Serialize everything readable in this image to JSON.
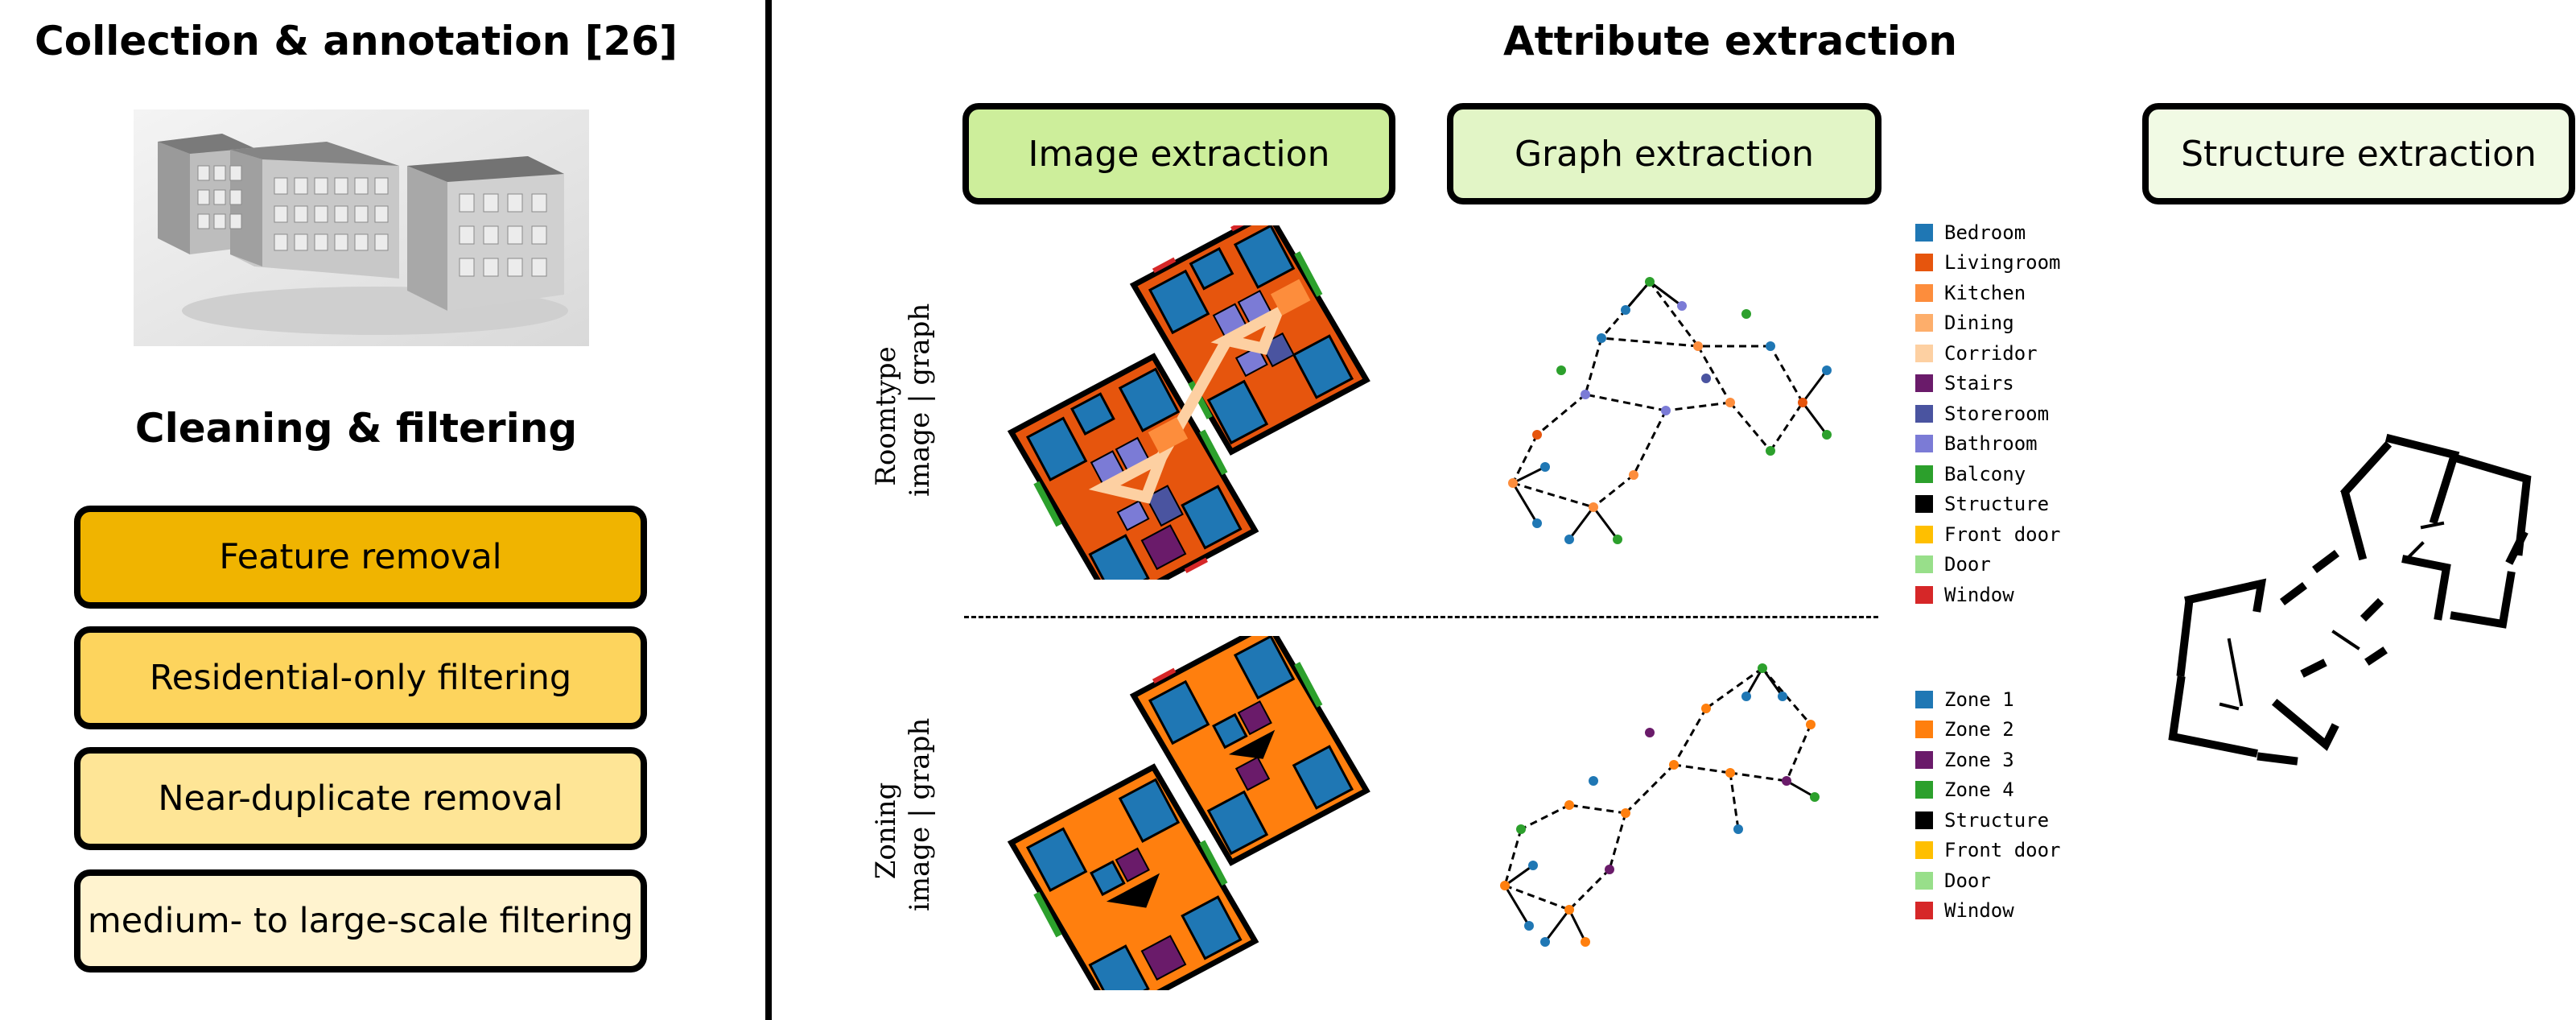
{
  "left_panel": {
    "collection_title": "Collection & annotation [26]",
    "cleaning_title": "Cleaning & filtering",
    "steps": [
      {
        "label": "Feature removal",
        "color": "#f0b400"
      },
      {
        "label": "Residential-only filtering",
        "color": "#fdd45d"
      },
      {
        "label": "Near-duplicate removal",
        "color": "#fee596"
      },
      {
        "label": "medium- to large-scale filtering",
        "color": "#fff3cf"
      }
    ]
  },
  "right_panel": {
    "title": "Attribute extraction",
    "stages": [
      {
        "label": "Image extraction",
        "color": "#cdee9b"
      },
      {
        "label": "Graph extraction",
        "color": "#e2f5c6"
      },
      {
        "label": "Structure extraction",
        "color": "#f1fae4"
      }
    ],
    "rows": [
      {
        "title": "Roomtype",
        "subtitle": "image | graph"
      },
      {
        "title": "Zoning",
        "subtitle": "image | graph"
      }
    ],
    "roomtype_legend": [
      {
        "label": "Bedroom",
        "color": "#1f77b4"
      },
      {
        "label": "Livingroom",
        "color": "#e6550d"
      },
      {
        "label": "Kitchen",
        "color": "#fd8d3c"
      },
      {
        "label": "Dining",
        "color": "#fdae6b"
      },
      {
        "label": "Corridor",
        "color": "#fdd0a2"
      },
      {
        "label": "Stairs",
        "color": "#6a1b6a"
      },
      {
        "label": "Storeroom",
        "color": "#4a54a0"
      },
      {
        "label": "Bathroom",
        "color": "#7b7bd6"
      },
      {
        "label": "Balcony",
        "color": "#2ca02c"
      },
      {
        "label": "Structure",
        "color": "#000000"
      },
      {
        "label": "Front door",
        "color": "#ffbf00"
      },
      {
        "label": "Door",
        "color": "#98df8a"
      },
      {
        "label": "Window",
        "color": "#d62728"
      }
    ],
    "zoning_legend": [
      {
        "label": "Zone 1",
        "color": "#1f77b4"
      },
      {
        "label": "Zone 2",
        "color": "#ff7f0e"
      },
      {
        "label": "Zone 3",
        "color": "#6a1b6a"
      },
      {
        "label": "Zone 4",
        "color": "#2ca02c"
      },
      {
        "label": "Structure",
        "color": "#000000"
      },
      {
        "label": "Front door",
        "color": "#ffbf00"
      },
      {
        "label": "Door",
        "color": "#98df8a"
      },
      {
        "label": "Window",
        "color": "#d62728"
      }
    ]
  }
}
